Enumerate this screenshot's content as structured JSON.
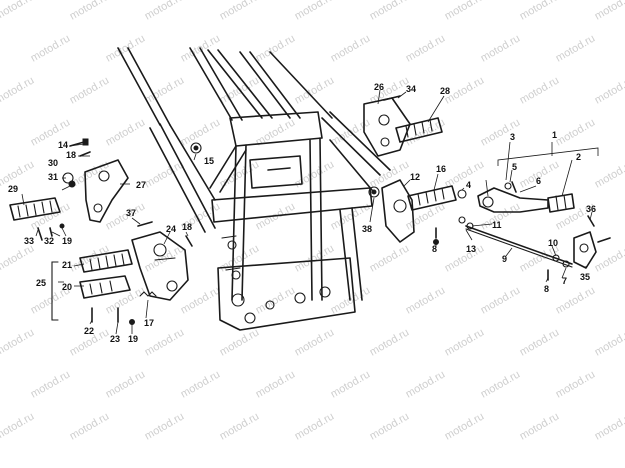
{
  "watermark": "motod.ru",
  "diagram": {
    "callouts": [
      {
        "id": "c1",
        "label": "1"
      },
      {
        "id": "c2",
        "label": "2"
      },
      {
        "id": "c3",
        "label": "3"
      },
      {
        "id": "c4",
        "label": "4"
      },
      {
        "id": "c5",
        "label": "5"
      },
      {
        "id": "c6",
        "label": "6"
      },
      {
        "id": "c7",
        "label": "7"
      },
      {
        "id": "c8a",
        "label": "8"
      },
      {
        "id": "c8b",
        "label": "8"
      },
      {
        "id": "c9",
        "label": "9"
      },
      {
        "id": "c10",
        "label": "10"
      },
      {
        "id": "c11",
        "label": "11"
      },
      {
        "id": "c12",
        "label": "12"
      },
      {
        "id": "c13",
        "label": "13"
      },
      {
        "id": "c14",
        "label": "14"
      },
      {
        "id": "c15",
        "label": "15"
      },
      {
        "id": "c16",
        "label": "16"
      },
      {
        "id": "c17",
        "label": "17"
      },
      {
        "id": "c18a",
        "label": "18"
      },
      {
        "id": "c18b",
        "label": "18"
      },
      {
        "id": "c19a",
        "label": "19"
      },
      {
        "id": "c19b",
        "label": "19"
      },
      {
        "id": "c20",
        "label": "20"
      },
      {
        "id": "c21",
        "label": "21"
      },
      {
        "id": "c22",
        "label": "22"
      },
      {
        "id": "c23",
        "label": "23"
      },
      {
        "id": "c24",
        "label": "24"
      },
      {
        "id": "c25",
        "label": "25"
      },
      {
        "id": "c26",
        "label": "26"
      },
      {
        "id": "c27",
        "label": "27"
      },
      {
        "id": "c28",
        "label": "28"
      },
      {
        "id": "c29",
        "label": "29"
      },
      {
        "id": "c30",
        "label": "30"
      },
      {
        "id": "c31",
        "label": "31"
      },
      {
        "id": "c32",
        "label": "32"
      },
      {
        "id": "c33",
        "label": "33"
      },
      {
        "id": "c34",
        "label": "34"
      },
      {
        "id": "c35",
        "label": "35"
      },
      {
        "id": "c36",
        "label": "36"
      },
      {
        "id": "c37",
        "label": "37"
      },
      {
        "id": "c38",
        "label": "38"
      }
    ]
  }
}
